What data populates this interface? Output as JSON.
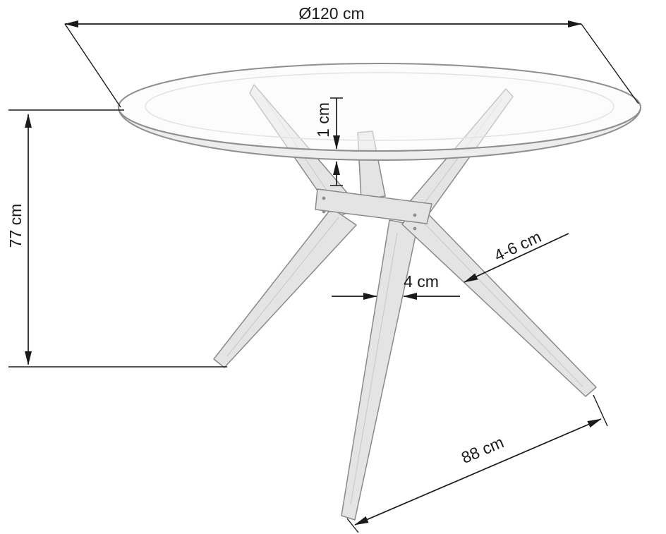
{
  "diagram": {
    "labels": {
      "diameter": "Ø120 cm",
      "height": "77 cm",
      "top_thickness": "1 cm",
      "leg_width": "4 cm",
      "leg_depth_range": "4-6 cm",
      "base_span": "88 cm"
    },
    "colors": {
      "dimension_lines": "#1a1a1a",
      "label_text": "#1a1a1a",
      "table_outline": "#8f8f8f",
      "leg_fill": "#e4e4e4",
      "background": "#ffffff"
    }
  }
}
